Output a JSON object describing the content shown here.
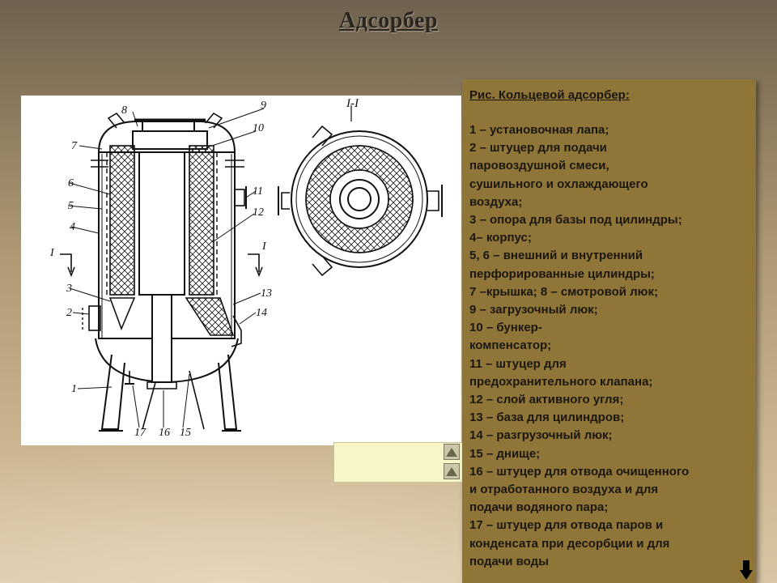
{
  "page": {
    "title": "Адсорбер"
  },
  "figure": {
    "section_label": "I-I",
    "marks": [
      "1",
      "2",
      "3",
      "4",
      "5",
      "6",
      "7",
      "8",
      "9",
      "10",
      "11",
      "12",
      "13",
      "14",
      "15",
      "16",
      "17"
    ],
    "section_mark": "I"
  },
  "legend": {
    "heading": "Рис. Кольцевой адсорбер:",
    "items": [
      "1 – установочная лапа;",
      "2 – штуцер для подачи",
      "паровоздушной смеси,",
      "сушильного и охлаждающего",
      "воздуха;",
      " 3 – опора для базы под цилиндры;",
      "4– корпус;",
      "5, 6 – внешний и внутренний",
      "перфорированные цилиндры;",
      "7 –крышка; 8 – смотровой люк;",
      "9 – загрузочный люк;",
      "10 – бункер-",
      "компенсатор;",
      "11 – штуцер для",
      "предохранительного клапана;",
      "12 – слой активного угля;",
      "13 – база для цилиндров;",
      "14 – разгрузочный люк;",
      "15 – днище;",
      "16 – штуцер для отвода очищенного",
      "и отработанного воздуха и для",
      "подачи водяного пара;",
      "17 – штуцер для отвода паров и",
      "конденсата при десорбции и для",
      "подачи воды"
    ]
  },
  "colors": {
    "panel": "#8f7538",
    "note": "#f7f6c7"
  }
}
